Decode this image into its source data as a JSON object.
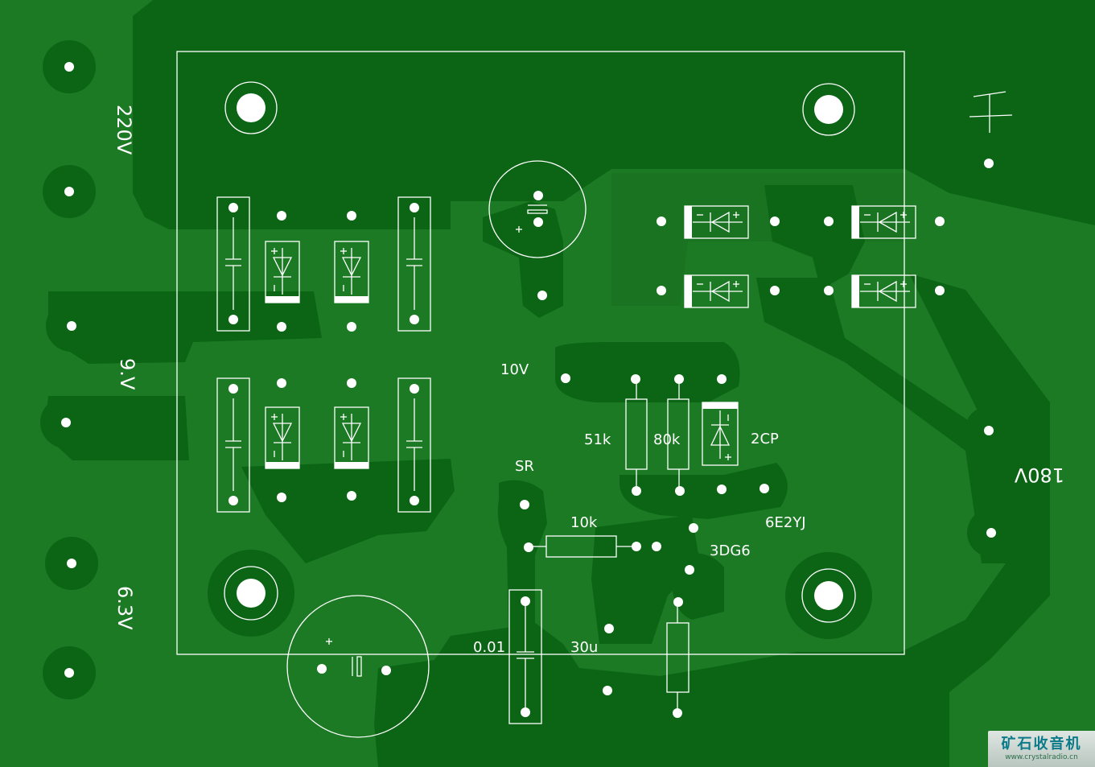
{
  "labels": {
    "v220": "220V",
    "v9": "9.V",
    "v63": "6.3V",
    "v180": "180V",
    "v10": "10V",
    "r51k": "51k",
    "r80k": "80k",
    "d2cp": "2CP",
    "sr": "SR",
    "r10k": "10k",
    "ic6e2yj": "6E2YJ",
    "q3dg6": "3DG6",
    "c001": "0.01",
    "c30u": "30u",
    "ground": "干"
  },
  "watermark": {
    "name": "矿石收音机",
    "url": "www.crystalradio.cn"
  },
  "colors": {
    "substrate": "#1c7a24",
    "copper": "#0b6515",
    "silkscreen": "#ffffff"
  }
}
